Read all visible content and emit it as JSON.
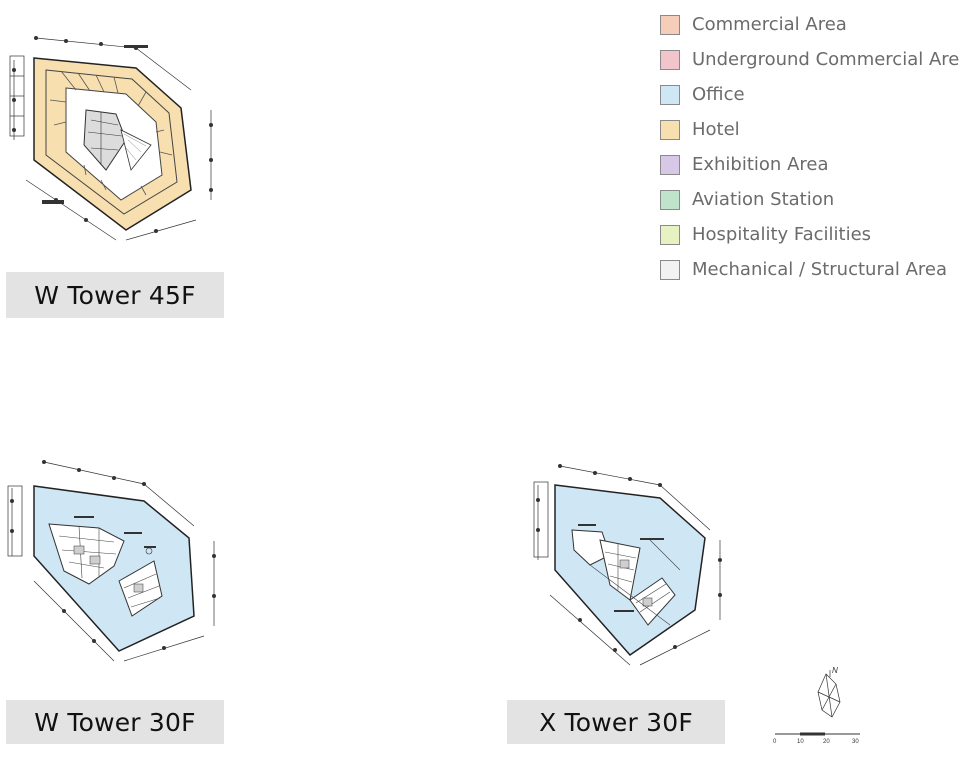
{
  "legend": {
    "items": [
      {
        "label": "Commercial Area",
        "color": "#f6cdb8"
      },
      {
        "label": "Underground Commercial Area",
        "color": "#f2c4cc"
      },
      {
        "label": "Office",
        "color": "#cfe6f4"
      },
      {
        "label": "Hotel",
        "color": "#f7dfb0"
      },
      {
        "label": "Exhibition Area",
        "color": "#d6c8e6"
      },
      {
        "label": "Aviation Station",
        "color": "#bfe3cb"
      },
      {
        "label": "Hospitality Facilities",
        "color": "#e6f2c2"
      },
      {
        "label": "Mechanical / Structural Area",
        "color": "#f2f2f2"
      }
    ]
  },
  "plans": {
    "w45": {
      "label": "W Tower 45F",
      "fill": "#f7dfb0"
    },
    "w30": {
      "label": "W Tower 30F",
      "fill": "#cfe6f4"
    },
    "x30": {
      "label": "X Tower 30F",
      "fill": "#cfe6f4"
    }
  },
  "scale_bar": {
    "ticks": [
      "0",
      "10",
      "20",
      "30"
    ]
  },
  "north_label": "N"
}
